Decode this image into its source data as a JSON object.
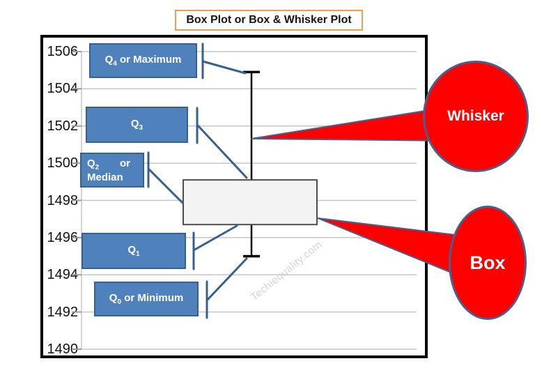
{
  "title": {
    "text": "Box Plot or Box & Whisker Plot"
  },
  "watermark": {
    "text": "Techiequality.com"
  },
  "colors": {
    "label_box_fill": "#4f81bd",
    "label_box_border": "#36608f",
    "connector_blue": "#36608f",
    "callout_red": "#fe0000",
    "callout_ring_blue": "#46618e",
    "title_border_orange": "#f09c57",
    "gridline_gray": "#c6c6c6",
    "tick_gray": "#9a9a9a",
    "plot_box_fill": "#f3f3f3",
    "plot_box_border": "#4d4d4d",
    "whisker_line": "#000000",
    "frame_border": "#000000"
  },
  "chart_data": {
    "type": "boxplot",
    "title": "Box Plot or Box & Whisker Plot",
    "grid": true,
    "legend": "none",
    "y_axis": {
      "min": 1490,
      "max": 1506,
      "tick_step": 2,
      "ticks": [
        {
          "value": 1506,
          "label": "1506"
        },
        {
          "value": 1504,
          "label": "1504"
        },
        {
          "value": 1502,
          "label": "1502"
        },
        {
          "value": 1500,
          "label": "1500"
        },
        {
          "value": 1498,
          "label": "1498"
        },
        {
          "value": 1496,
          "label": "1496"
        },
        {
          "value": 1494,
          "label": "1494"
        },
        {
          "value": 1492,
          "label": "1492"
        },
        {
          "value": 1490,
          "label": "1490"
        }
      ]
    },
    "whisker": {
      "maximum": 1504.9,
      "minimum": 1495
    },
    "box": {
      "q3_top": 1499.1,
      "q1_bottom": 1496.7,
      "median_q2": 1498
    }
  },
  "quartile_labels": {
    "q4": {
      "prefix": "Q",
      "sub": "4",
      "suffix": " or Maximum"
    },
    "q3": {
      "prefix": "Q",
      "sub": "3",
      "suffix": ""
    },
    "q2": {
      "prefix": "Q",
      "sub": "2",
      "or": "or",
      "line2": "Median"
    },
    "q1": {
      "prefix": "Q",
      "sub": "1",
      "suffix": ""
    },
    "q0": {
      "prefix": "Q",
      "sub": "0",
      "suffix": " or Minimum"
    }
  },
  "callouts": {
    "whisker_label": "Whisker",
    "box_label": "Box"
  }
}
